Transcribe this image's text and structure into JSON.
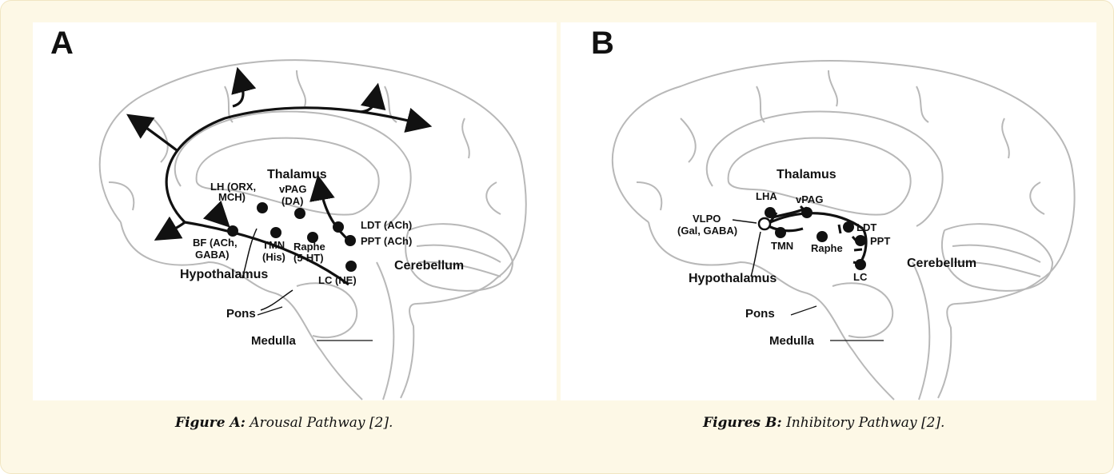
{
  "panels": {
    "a": {
      "letter": "A",
      "labels": {
        "thalamus": "Thalamus",
        "lh_1": "LH (ORX,",
        "lh_2": "MCH)",
        "vpag_1": "vPAG",
        "vpag_2": "(DA)",
        "ldt": "LDT (ACh)",
        "ppt": "PPT (ACh)",
        "bf_1": "BF (ACh,",
        "bf_2": "GABA)",
        "tmn_1": "TMN",
        "tmn_2": "(His)",
        "raphe_1": "Raphe",
        "raphe_2": "(5-HT)",
        "lc": "LC (NE)",
        "cerebellum": "Cerebellum",
        "hypothalamus": "Hypothalamus",
        "pons": "Pons",
        "medulla": "Medulla"
      }
    },
    "b": {
      "letter": "B",
      "labels": {
        "thalamus": "Thalamus",
        "lha": "LHA",
        "vpag": "vPAG",
        "vlpo_1": "VLPO",
        "vlpo_2": "(Gal, GABA)",
        "ldt": "LDT",
        "ppt": "PPT",
        "tmn": "TMN",
        "raphe": "Raphe",
        "lc": "LC",
        "cerebellum": "Cerebellum",
        "hypothalamus": "Hypothalamus",
        "pons": "Pons",
        "medulla": "Medulla"
      }
    }
  },
  "captions": {
    "a_bold": "Figure A:",
    "a_text": " Arousal Pathway [2].",
    "b_bold": "Figures B:",
    "b_text": " Inhibitory Pathway [2]."
  },
  "colors": {
    "frame": "#fdf8e6",
    "outline": "#b8b8b8",
    "ink": "#111111"
  }
}
